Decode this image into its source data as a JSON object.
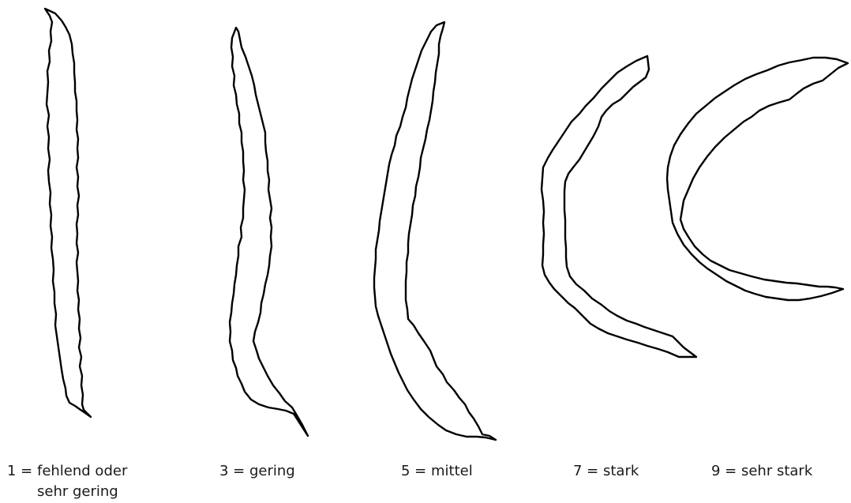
{
  "levels": [
    {
      "score": "1",
      "text": "1 = fehlend oder",
      "text2": "sehr gering"
    },
    {
      "score": "3",
      "text": "3 = gering"
    },
    {
      "score": "5",
      "text": "5 = mittel"
    },
    {
      "score": "7",
      "text": "7 = stark"
    },
    {
      "score": "9",
      "text": "9 = sehr stark"
    }
  ],
  "colors": {
    "outline": "#000000",
    "text": "#1a1a1a",
    "background": "#ffffff"
  }
}
